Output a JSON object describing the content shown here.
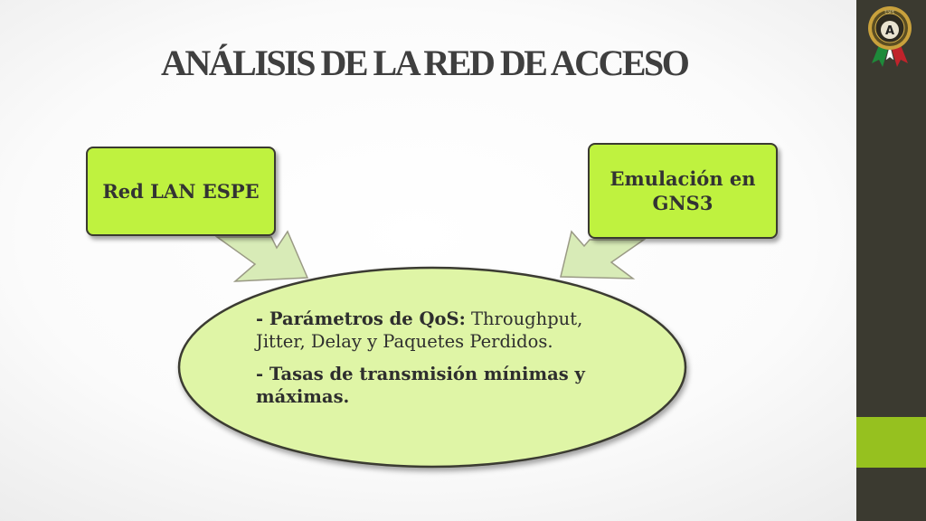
{
  "slide": {
    "title": "ANÁLISIS DE LA RED DE ACCESO"
  },
  "diagram": {
    "box_left": {
      "label": "Red LAN ESPE"
    },
    "box_right": {
      "label": "Emulación en GNS3"
    },
    "ellipse": {
      "item1_bold": "- Parámetros de QoS:",
      "item1_rest": " Throughput, Jitter, Delay y Paquetes Perdidos.",
      "item2_bold": "- Tasas de transmisión mínimas y máximas."
    }
  },
  "logo": {
    "text": "ESPE",
    "letter": "A"
  },
  "colors": {
    "box_fill": "#bff23f",
    "ellipse_fill": "#dff5a6",
    "arrow_fill": "#d8ebb7",
    "sidebar": "#3b3a30",
    "sidebar_accent": "#96c11f"
  }
}
